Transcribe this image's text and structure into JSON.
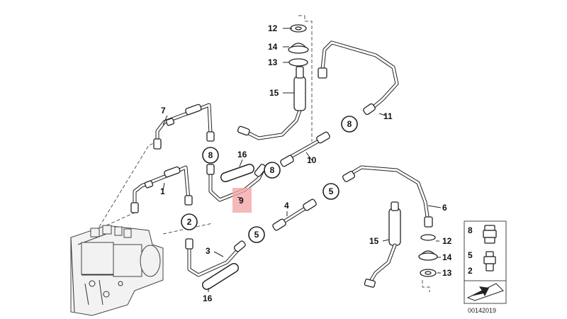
{
  "callouts": {
    "c1": "1",
    "c2": "2",
    "c3": "3",
    "c4": "4",
    "c5a": "5",
    "c5b": "5",
    "c6": "6",
    "c7": "7",
    "c8a": "8",
    "c8b": "8",
    "c8c": "8",
    "c9": "9",
    "c10": "10",
    "c11": "11",
    "c12a": "12",
    "c12b": "12",
    "c13a": "13",
    "c13b": "13",
    "c14a": "14",
    "c14b": "14",
    "c15a": "15",
    "c15b": "15",
    "c16a": "16",
    "c16b": "16"
  },
  "legend": {
    "l8": "8",
    "l5": "5",
    "l2": "2"
  },
  "footer": {
    "code": "00142019"
  },
  "colors": {
    "highlight": "#f4a6a6",
    "line": "#222222",
    "background": "#ffffff"
  }
}
